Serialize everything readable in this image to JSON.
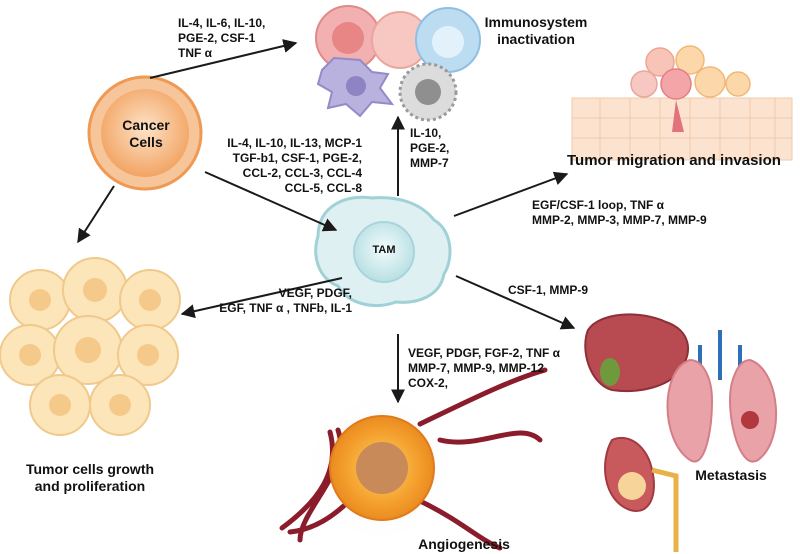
{
  "cells": {
    "cancer": "Cancer\nCells",
    "tam": "TAM"
  },
  "outcomes": {
    "immune": "Immunosystem\ninactivation",
    "migration": "Tumor migration and invasion",
    "growth": "Tumor cells growth\nand proliferation",
    "angiogenesis": "Angiogenesis",
    "metastasis": "Metastasis"
  },
  "factors": {
    "cancer_to_immune": "IL-4, IL-6, IL-10,\nPGE-2, CSF-1\nTNF α",
    "cancer_to_tam": "IL-4, IL-10, IL-13, MCP-1\nTGF-b1, CSF-1, PGE-2,\nCCL-2, CCL-3, CCL-4\nCCL-5, CCL-8",
    "tam_to_immune": "IL-10,\nPGE-2,\nMMP-7",
    "tam_to_migration": "EGF/CSF-1 loop, TNF α\nMMP-2, MMP-3, MMP-7, MMP-9",
    "tam_to_growth": "VEGF, PDGF,\nEGF, TNF α , TNFb, IL-1",
    "tam_to_metastasis": "CSF-1, MMP-9",
    "tam_to_angiogenesis": "VEGF, PDGF, FGF-2, TNF α\nMMP-7, MMP-9, MMP-12\nCOX-2,"
  },
  "colors": {
    "cancer_cell": "#f4b27a",
    "tam_cell": "#cfe7ea",
    "tumor_cell": "#fbe2b2",
    "vessel": "#8b1c2b",
    "arrow": "#1a1a1a",
    "organ": "#e9a3a8"
  }
}
